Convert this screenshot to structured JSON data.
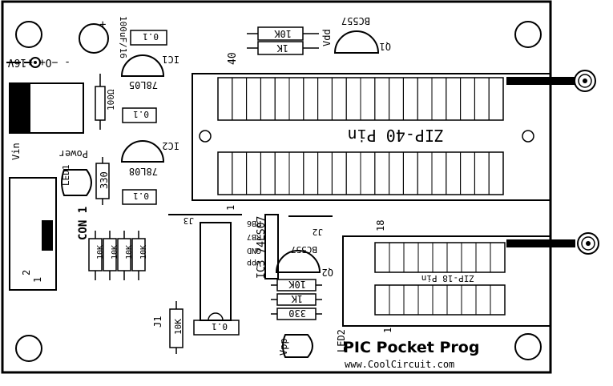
{
  "board": {
    "title": "PIC Pocket Prog",
    "url": "www.CoolCircuit.com"
  },
  "labels": {
    "power_in": "- −O+ +16V",
    "vin": "Vin",
    "cap_value": "100uF/16",
    "cap_plus": "+",
    "resistor_100": "100Ω",
    "resistor_330": "330",
    "ic1": "IC1",
    "ic1_part": "78L05",
    "ic2": "IC2",
    "ic2_part": "78L08",
    "c01": "0.1",
    "power_led": "Power",
    "led1": "LED1",
    "con1": "CON 1",
    "con_pin2": "2",
    "con_pin1": "1",
    "res_10k": "10K",
    "res_1k": "1K",
    "q1": "Q1",
    "q1_part": "BC557",
    "vdd": "Vdd",
    "zip40_label": "ZIP-40 Pin",
    "zip40_pin": "40",
    "zip40_pin1": "1",
    "j3": "J3",
    "rb6": "RB6",
    "rb7": "RB7",
    "gnd": "GND",
    "vpp_pin": "Vpp",
    "j2": "J2",
    "ic3": "IC3 74LS07",
    "q2": "Q2",
    "q2_part": "BC557",
    "zip18_label": "ZIP-18 Pin",
    "zip18_pin": "18",
    "zip18_pin1": "1",
    "j1": "J1",
    "vpp": "Vpp",
    "led2": "LED2"
  }
}
